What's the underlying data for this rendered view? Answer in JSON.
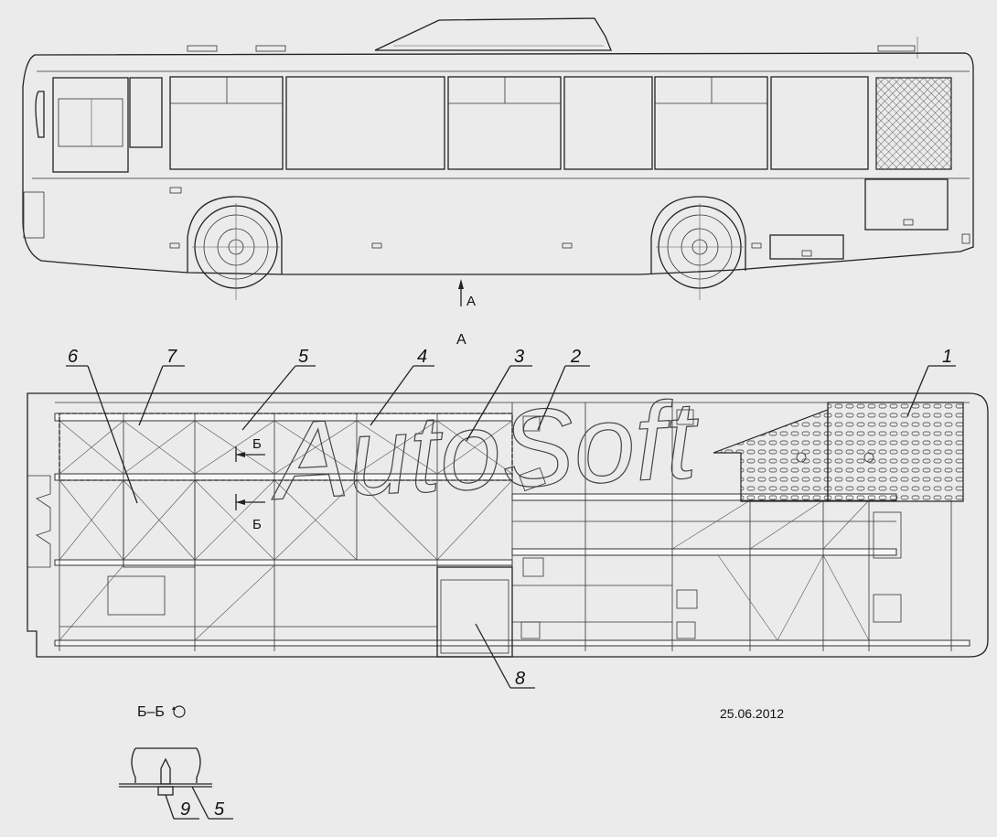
{
  "view_arrow_label": "A",
  "view_title": "A",
  "section_marker": "Б",
  "section_title": "Б–Б",
  "date": "25.06.2012",
  "watermark": "AutoSoft",
  "callouts": [
    "1",
    "2",
    "3",
    "4",
    "5",
    "6",
    "7",
    "8",
    "5",
    "9"
  ],
  "colors": {
    "background": "#ebebeb",
    "line": "#222222",
    "hatch": "#444444"
  },
  "icons": {
    "section_rotation": "rotation-symbol-icon",
    "wheel": "wheel-hub-icon"
  }
}
